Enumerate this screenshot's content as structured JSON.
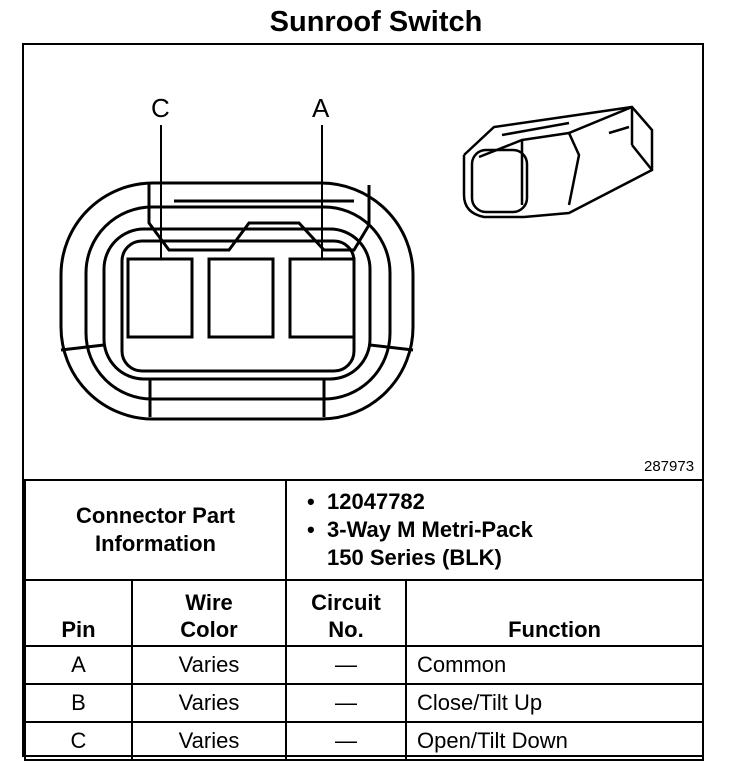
{
  "title": "Sunroof Switch",
  "diagram": {
    "pin_labels": [
      "C",
      "A"
    ],
    "part_number": "287973"
  },
  "connector_info": {
    "label_line1": "Connector Part",
    "label_line2": "Information",
    "items": [
      "12047782",
      "3-Way M Metri-Pack",
      "150 Series (BLK)"
    ]
  },
  "table": {
    "headers": {
      "pin": "Pin",
      "wire_color_line1": "Wire",
      "wire_color_line2": "Color",
      "circuit_line1": "Circuit",
      "circuit_line2": "No.",
      "function": "Function"
    },
    "rows": [
      {
        "pin": "A",
        "wire_color": "Varies",
        "circuit": "—",
        "function": "Common"
      },
      {
        "pin": "B",
        "wire_color": "Varies",
        "circuit": "—",
        "function": "Close/Tilt Up"
      },
      {
        "pin": "C",
        "wire_color": "Varies",
        "circuit": "—",
        "function": "Open/Tilt Down"
      }
    ]
  }
}
